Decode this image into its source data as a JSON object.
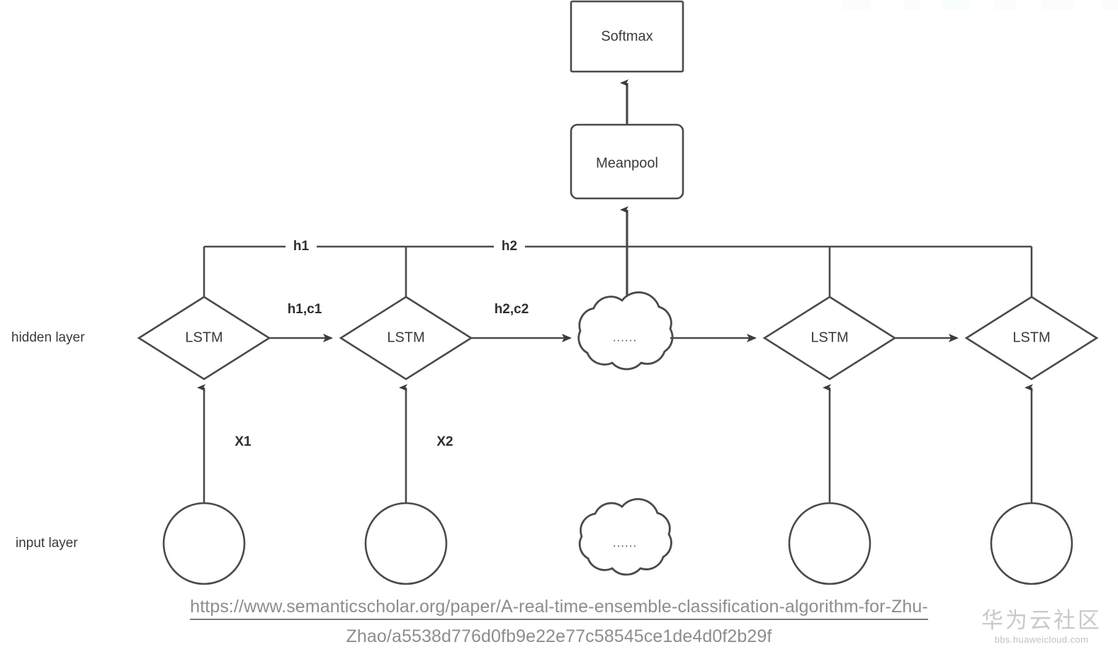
{
  "diagram": {
    "title": "LSTM sequence classification architecture",
    "type": "neural-network-architecture",
    "colors": {
      "stroke": "#4a4a4a",
      "text": "#3a3a3a",
      "background": "#ffffff",
      "caption": "#8d8d8d",
      "watermark": "#c9c9c9"
    },
    "layer_labels": {
      "hidden": "hidden layer",
      "input": "input layer"
    },
    "blocks": [
      {
        "id": "softmax",
        "label": "Softmax",
        "shape": "rectangle"
      },
      {
        "id": "meanpool",
        "label": "Meanpool",
        "shape": "rounded-rectangle"
      }
    ],
    "hidden_nodes": [
      {
        "id": "lstm1",
        "label": "LSTM",
        "shape": "diamond"
      },
      {
        "id": "lstm2",
        "label": "LSTM",
        "shape": "diamond"
      },
      {
        "id": "hidden_ellipsis",
        "label": "......",
        "shape": "cloud"
      },
      {
        "id": "lstm3",
        "label": "LSTM",
        "shape": "diamond"
      },
      {
        "id": "lstm4",
        "label": "LSTM",
        "shape": "diamond"
      }
    ],
    "input_nodes": [
      {
        "id": "in1",
        "label": "",
        "shape": "circle"
      },
      {
        "id": "in2",
        "label": "",
        "shape": "circle"
      },
      {
        "id": "input_ellipsis",
        "label": "......",
        "shape": "cloud"
      },
      {
        "id": "in3",
        "label": "",
        "shape": "circle"
      },
      {
        "id": "in4",
        "label": "",
        "shape": "circle"
      }
    ],
    "edge_labels": {
      "h1": "h1",
      "h2": "h2",
      "h1c1": "h1,c1",
      "h2c2": "h2,c2",
      "x1": "X1",
      "x2": "X2"
    }
  },
  "caption": {
    "url_line1": "https://www.semanticscholar.org/paper/A-real-time-ensemble-classification-algorithm-for-Zhu-",
    "url_line2": "Zhao/a5538d776d0fb9e22e77c58545ce1de4d0f2b29f"
  },
  "watermark": {
    "brand": "华为云社区",
    "site": "bbs.huaweicloud.com"
  }
}
